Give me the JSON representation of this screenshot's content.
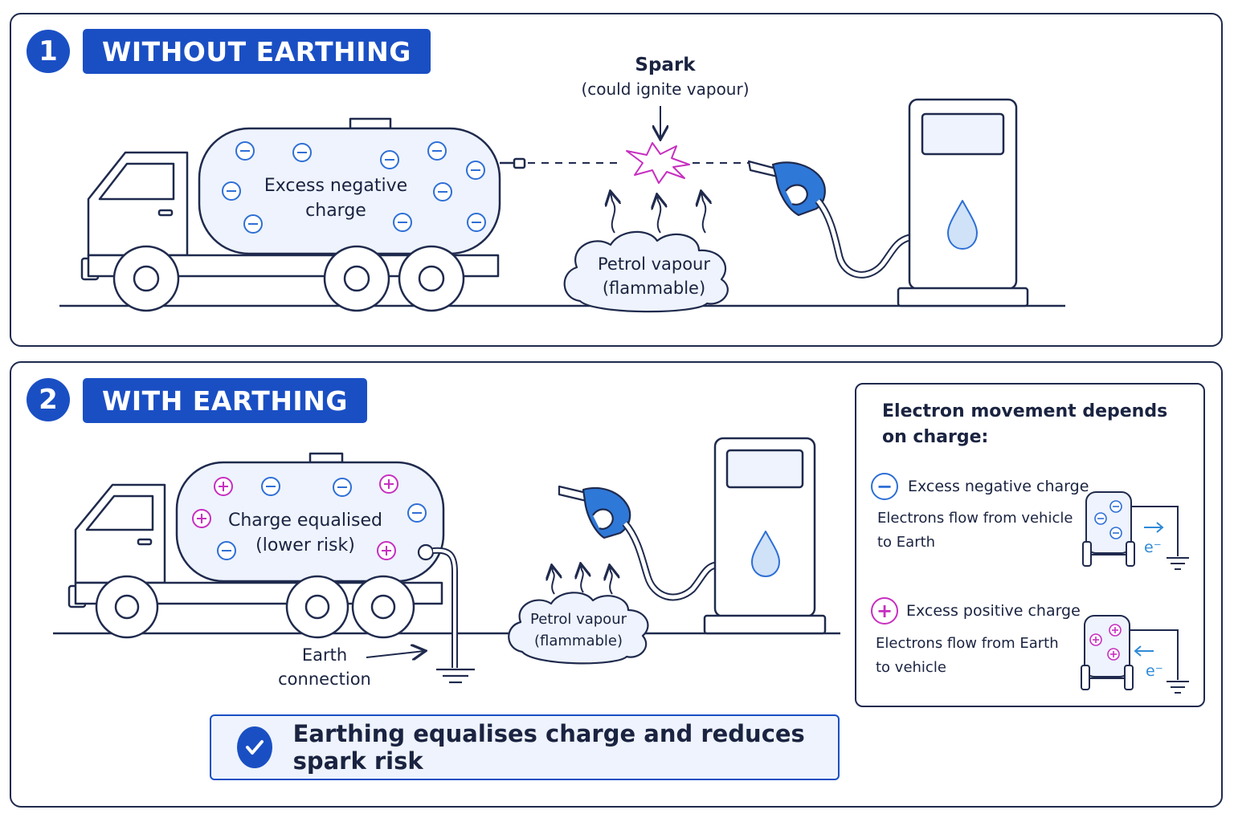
{
  "panel1": {
    "number": "1",
    "title": "WITHOUT EARTHING",
    "tanker_label_line1": "Excess negative",
    "tanker_label_line2": "charge",
    "spark_title": "Spark",
    "spark_note": "(could ignite vapour)",
    "vapour_line1": "Petrol vapour",
    "vapour_line2": "(flammable)"
  },
  "panel2": {
    "number": "2",
    "title": "WITH EARTHING",
    "tanker_label_line1": "Charge equalised",
    "tanker_label_line2": "(lower risk)",
    "vapour_line1": "Petrol vapour",
    "vapour_line2": "(flammable)",
    "earth_line1": "Earth",
    "earth_line2": "connection"
  },
  "legend": {
    "title_line1": "Electron movement depends",
    "title_line2": "on charge:",
    "negative": {
      "symbol": "−",
      "label": "Excess negative charge",
      "desc_line1": "Electrons flow from vehicle",
      "desc_line2": "to Earth",
      "electron": "e⁻"
    },
    "positive": {
      "symbol": "+",
      "label": "Excess positive charge",
      "desc_line1": "Electrons flow from Earth",
      "desc_line2": "to vehicle",
      "electron": "e⁻"
    }
  },
  "summary": {
    "text": "Earthing equalises charge and reduces spark risk"
  },
  "colors": {
    "primary": "#1a4fc4",
    "outline": "#1f2a4d",
    "negative": "#2e6fd6",
    "positive": "#c72fc0",
    "fill_light": "#eef3fd"
  }
}
